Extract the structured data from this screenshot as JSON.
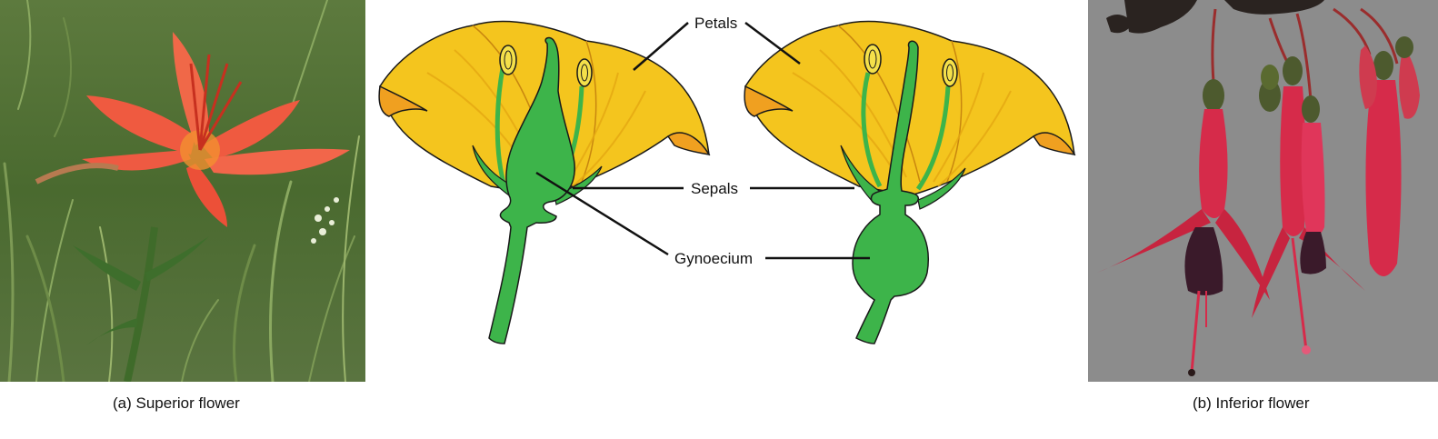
{
  "panel_a": {
    "caption": "(a) Superior flower"
  },
  "panel_b": {
    "caption": "(b) Inferior flower"
  },
  "diagram": {
    "labels": {
      "petals": "Petals",
      "sepals": "Sepals",
      "gynoecium": "Gynoecium"
    }
  },
  "colors": {
    "petal": "#f4c51e",
    "petal_tip": "#f0a020",
    "green": "#3db44a",
    "lily_red": "#ef5a40",
    "fuchsia_red": "#d62b4a",
    "photo_b_bg": "#8c8c8c"
  }
}
